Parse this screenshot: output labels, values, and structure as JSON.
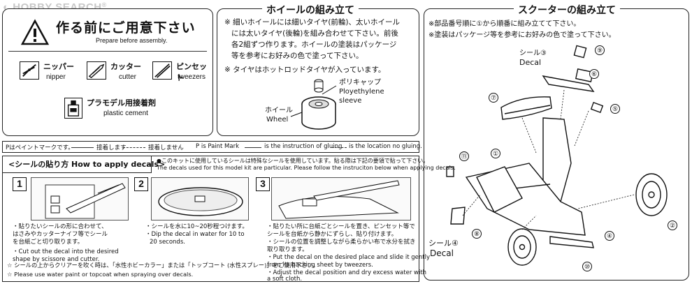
{
  "watermark": {
    "text": "HOBBY SEARCH",
    "reg": "®"
  },
  "prepare": {
    "title_jp": "作る前にご用意下さい",
    "title_en": "Prepare before assembly.",
    "tools": [
      {
        "jp": "ニッパー",
        "en": "nipper",
        "icon": "nipper-icon"
      },
      {
        "jp": "カッター",
        "en": "cutter",
        "icon": "cutter-icon"
      },
      {
        "jp": "ピンセット",
        "en": "tweezers",
        "icon": "tweezers-icon"
      },
      {
        "jp": "プラモデル用接着剤",
        "en": "plastic cement",
        "icon": "cement-icon"
      }
    ]
  },
  "wheel": {
    "title": "ホイールの組み立て",
    "lines": [
      "※ 細いホイールには細いタイヤ(前輪)、太いホイール",
      "には太いタイヤ(後輪)を組み合わせて下さい。前後",
      "各2組ずつ作ります。ホイールの塗装はパッケージ",
      "等を参考にお好みの色で塗って下さい。",
      "※ タイヤはホットロッドタイヤが入っています。"
    ],
    "label_cap_jp": "ポリキャップ",
    "label_cap_en1": "Ployethylene",
    "label_cap_en2": "sleeve",
    "label_wheel_jp": "ホイール",
    "label_wheel_en": "Wheel"
  },
  "scooter": {
    "title": "スクーターの組み立て",
    "lines": [
      "※部品番号順に①から順番に組み立てて下さい。",
      "※塗装はパッケージ等を参考にお好みの色で塗って下さい。"
    ],
    "decal3_jp": "シール③",
    "decal3_en": "Decal",
    "decal4_jp": "シール④",
    "decal4_en": "Decal",
    "parts": [
      "①",
      "②",
      "④",
      "⑤",
      "⑥",
      "⑦",
      "⑧",
      "⑨",
      "⑩",
      "⑪"
    ]
  },
  "legend": {
    "jp_paint": "Pはペイントマークです。",
    "jp_glue": "接着します",
    "jp_noglue": "接着しません",
    "en_paint": "P is Paint Mark",
    "en_glue": "is the instruction of gluing.",
    "en_noglue": "is the location no gluing."
  },
  "decals": {
    "title": "<シールの貼り方 How to apply decals>",
    "note1": "●このキットに使用しているシールは特殊なシールを使用しています。貼る際は下記の要領で貼って下さい。",
    "note2": "The decals used for this model kit are particular. Please follow the instruciton below when applying decals.",
    "steps": [
      {
        "num": "1",
        "lines": [
          "・貼りたいシールの形に合わせて、",
          "はさみやカッターナイフ等でシール",
          "を台紙ごと切り取ります。",
          "",
          "・Cut out the decal into the desired",
          "shape by scissore and cutter."
        ]
      },
      {
        "num": "2",
        "lines": [
          "・シールを水に10~20秒程つけます。",
          "・Dip the decal in water for 10 to",
          "20 seconds."
        ]
      },
      {
        "num": "3",
        "lines": [
          "・貼りたい所に台紙ごとシールを置き、ピンセット等で",
          "シールを台紙から静かにずらし、貼り付けます。",
          "・シールの位置を調整しながら柔らかい布で水分を拭き",
          "取り取ります。",
          "・Put the decal on the desired place and slide it gently",
          "from its backing sheet by tweezers.",
          "・Adjust the decal position and dry excess water with",
          "a soft cloth."
        ]
      }
    ],
    "foot1": "☆ シールの上からクリアーを吹く時は、「水性ホビーカラー」または「トップコート (水性スプレー)」をご使用下さい。",
    "foot2": "☆ Please use water paint or topcoat when spraying over decals."
  }
}
